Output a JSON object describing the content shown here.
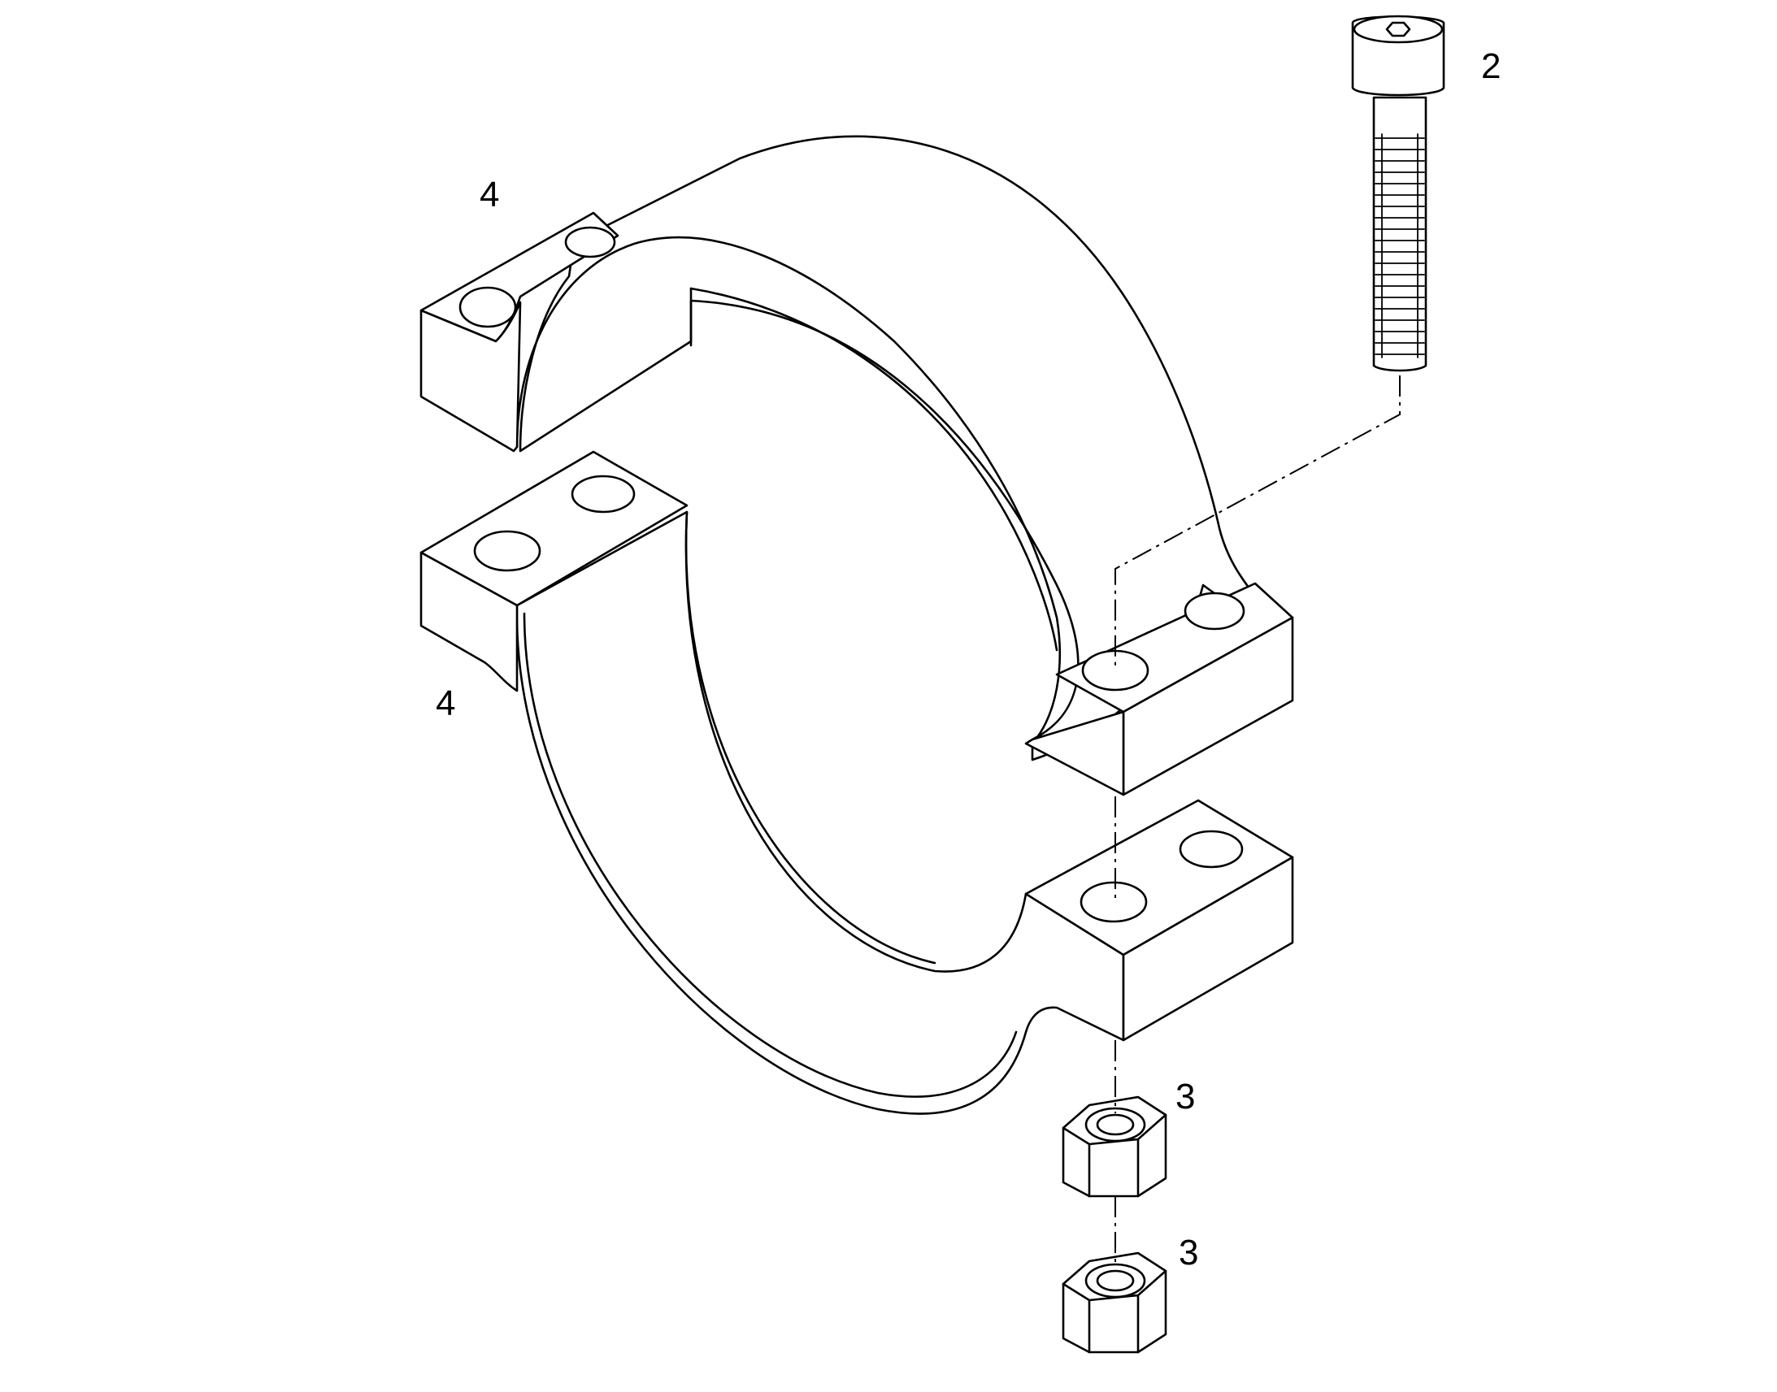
{
  "callouts": {
    "screw": "2",
    "upper_clamp": "4",
    "lower_clamp": "4",
    "nut_upper": "3",
    "nut_lower": "3"
  },
  "colors": {
    "line": "#000000",
    "background": "#ffffff"
  }
}
